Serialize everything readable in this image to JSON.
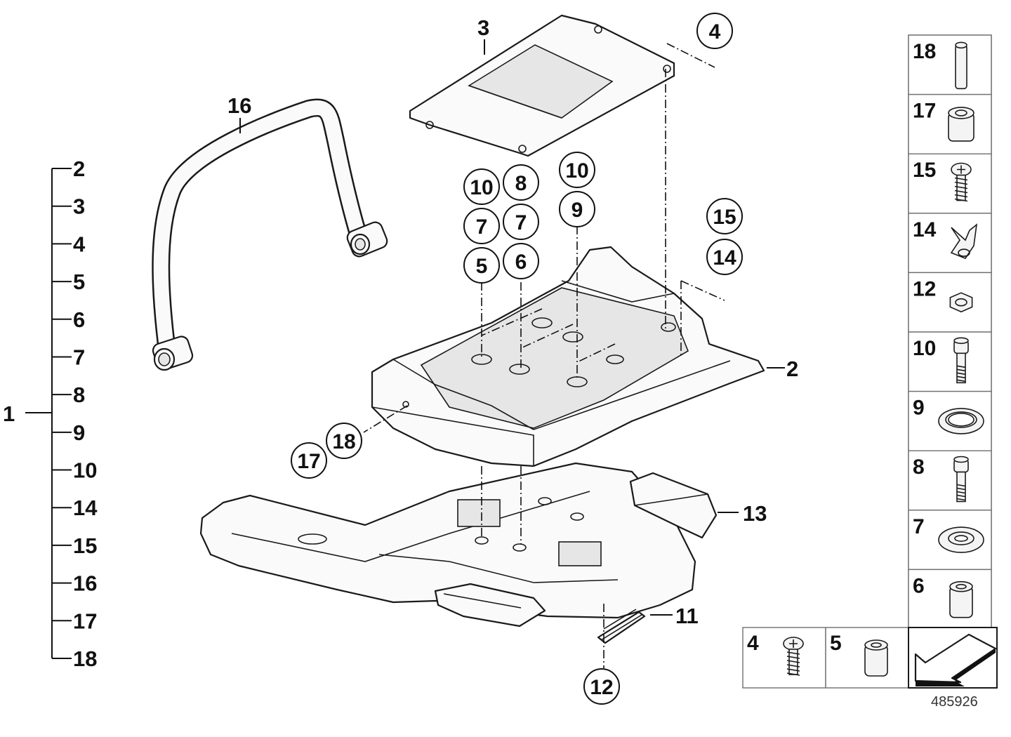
{
  "drawing_number": "485926",
  "assembly": {
    "parent": "1",
    "children": [
      "2",
      "3",
      "4",
      "5",
      "6",
      "7",
      "8",
      "9",
      "10",
      "14",
      "15",
      "16",
      "17",
      "18"
    ]
  },
  "callouts": {
    "c2": "2",
    "c3": "3",
    "c4": "4",
    "c5": "5",
    "c6": "6",
    "c7a": "7",
    "c7b": "7",
    "c8": "8",
    "c9": "9",
    "c10a": "10",
    "c10b": "10",
    "c11": "11",
    "c12": "12",
    "c13": "13",
    "c14": "14",
    "c15": "15",
    "c16": "16",
    "c17": "17",
    "c18": "18"
  },
  "parts_panel": [
    {
      "no": "18",
      "icon": "sleeve-icon"
    },
    {
      "no": "17",
      "icon": "bushing-icon"
    },
    {
      "no": "15",
      "icon": "screw-icon"
    },
    {
      "no": "14",
      "icon": "clip-nut-icon"
    },
    {
      "no": "12",
      "icon": "hex-nut-icon"
    },
    {
      "no": "10",
      "icon": "bolt-icon"
    },
    {
      "no": "9",
      "icon": "seal-ring-icon"
    },
    {
      "no": "8",
      "icon": "bolt-icon"
    },
    {
      "no": "7",
      "icon": "washer-icon"
    },
    {
      "no": "6",
      "icon": "spacer-icon"
    }
  ],
  "parts_bottom": [
    {
      "no": "4",
      "icon": "screw-icon"
    },
    {
      "no": "5",
      "icon": "spacer-icon"
    }
  ],
  "nav_icon": "arrow-down-left-icon"
}
